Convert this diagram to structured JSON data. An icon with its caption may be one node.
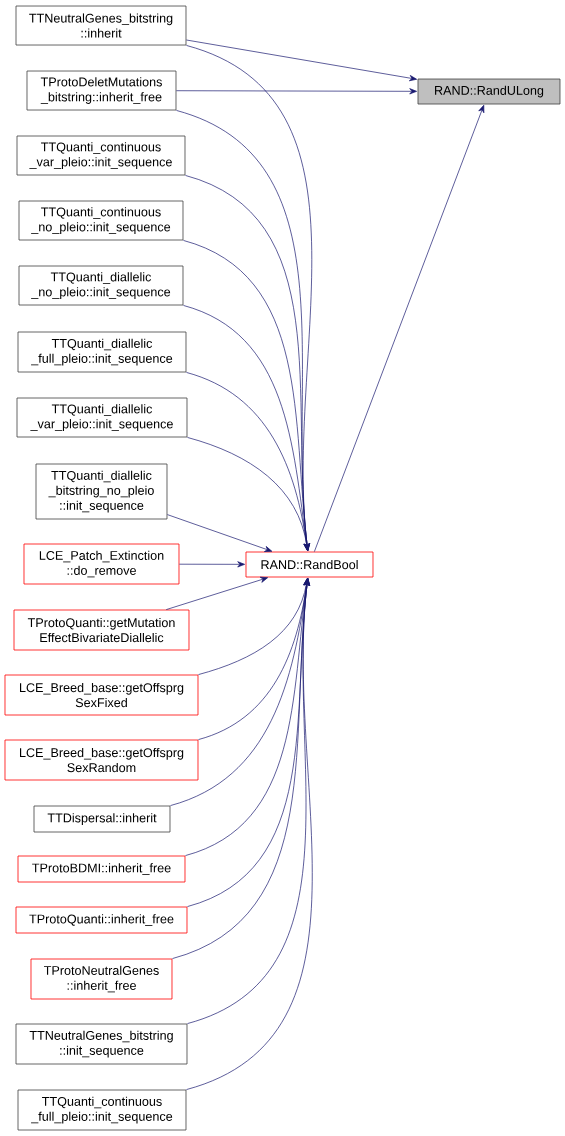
{
  "diagram": {
    "nodes": [
      {
        "text": [
          "TTNeutralGenes_bitstring ::inherit"
        ]
      },
      {
        "text": [
          "TProtoDeletMutations _bitstring::inherit_free"
        ]
      },
      {
        "text": [
          "TTQuanti_continuous _var_pleio::init_sequence"
        ]
      },
      {
        "text": [
          "TTQuanti_continuous _no_pleio::init_sequence"
        ]
      },
      {
        "text": [
          "TTQuanti_diallelic _no_pleio::init_sequence"
        ]
      },
      {
        "text": [
          "TTQuanti_diallelic _full_pleio::init_sequence"
        ]
      },
      {
        "text": [
          "TTQuanti_diallelic _var_pleio::init_sequence"
        ]
      },
      {
        "text": [
          "TTQuanti_diallelic _bitstring_no_pleio ::init_sequence"
        ]
      },
      {
        "text": [
          "LCE_Patch_Extinction ::do_remove"
        ]
      },
      {
        "text": [
          "TProtoQuanti::getMutation EffectBivariateDiallelic"
        ]
      },
      {
        "text": [
          "LCE_Breed_base::getOffsprg SexFixed"
        ]
      },
      {
        "text": [
          "LCE_Breed_base::getOffsprg SexRandom"
        ]
      },
      {
        "text": [
          "TTDispersal::inherit"
        ]
      },
      {
        "text": [
          "TProtoBDMI::inherit_free"
        ]
      },
      {
        "text": [
          "TProtoQuanti::inherit_free"
        ]
      },
      {
        "text": [
          "TProtoNeutralGenes ::inherit_free"
        ]
      },
      {
        "text": [
          "TTNeutralGenes_bitstring ::init_sequence"
        ]
      },
      {
        "text": [
          "TTQuanti_continuous _full_pleio::init_sequence"
        ]
      },
      {
        "text": [
          "RAND::RandBool"
        ]
      },
      {
        "text": [
          "RAND::RandULong"
        ]
      }
    ],
    "edges": [
      {
        "from": 0,
        "to": 19,
        "arrow": "to"
      },
      {
        "from": 1,
        "to": 19,
        "arrow": "to"
      },
      {
        "from": 18,
        "to": 19,
        "arrow": "to"
      },
      {
        "from": 0,
        "to": 18,
        "arrow": "to"
      },
      {
        "from": 1,
        "to": 18,
        "arrow": "to"
      },
      {
        "from": 2,
        "to": 18,
        "arrow": "to"
      },
      {
        "from": 3,
        "to": 18,
        "arrow": "to"
      },
      {
        "from": 4,
        "to": 18,
        "arrow": "to"
      },
      {
        "from": 5,
        "to": 18,
        "arrow": "to"
      },
      {
        "from": 6,
        "to": 18,
        "arrow": "to"
      },
      {
        "from": 7,
        "to": 18,
        "arrow": "to"
      },
      {
        "from": 8,
        "to": 18,
        "arrow": "to"
      },
      {
        "from": 9,
        "to": 18,
        "arrow": "to"
      },
      {
        "from": 10,
        "to": 18,
        "arrow": "to"
      },
      {
        "from": 11,
        "to": 18,
        "arrow": "to"
      },
      {
        "from": 12,
        "to": 18,
        "arrow": "to"
      },
      {
        "from": 13,
        "to": 18,
        "arrow": "to"
      },
      {
        "from": 14,
        "to": 18,
        "arrow": "to"
      },
      {
        "from": 15,
        "to": 18,
        "arrow": "to"
      },
      {
        "from": 16,
        "to": 18,
        "arrow": "to"
      },
      {
        "from": 17,
        "to": 18,
        "arrow": "to"
      }
    ]
  }
}
